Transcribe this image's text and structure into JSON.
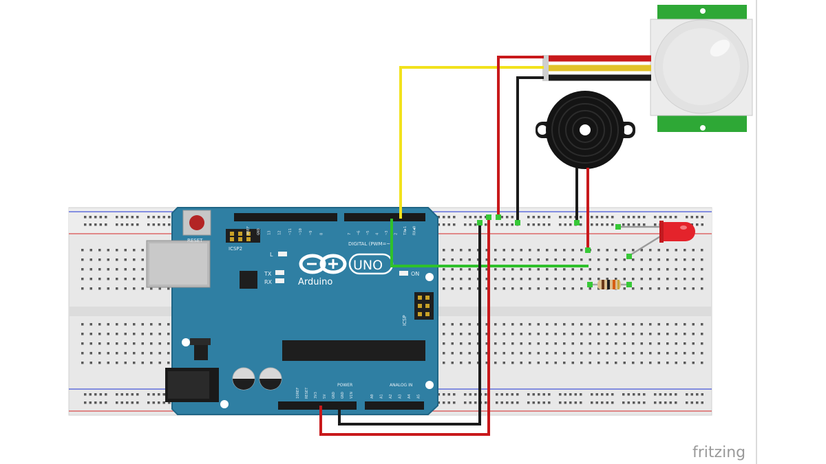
{
  "diagram": {
    "brand": "fritzing",
    "arduino": {
      "logo_model": "UNO",
      "logo_name": "Arduino",
      "reset_label": "RESET",
      "icsp2_label": "ICSP2",
      "icsp_label": "ICSP",
      "led_l": "L",
      "led_tx": "TX",
      "led_rx": "RX",
      "led_on": "ON",
      "digital_label": "DIGITAL (PWM=~)",
      "power_label": "POWER",
      "analog_label": "ANALOG IN",
      "top_pins": [
        "AREF",
        "GND",
        "13",
        "12",
        "~11",
        "~10",
        "~9",
        "8",
        "7",
        "~6",
        "~5",
        "4",
        "~3",
        "2",
        "TX▶1",
        "RX◀0"
      ],
      "power_pins": [
        "IOREF",
        "RESET",
        "3V3",
        "5V",
        "GND",
        "GND",
        "VIN"
      ],
      "analog_pins": [
        "A0",
        "A1",
        "A2",
        "A3",
        "A4",
        "A5"
      ]
    },
    "colors": {
      "board": "#2f7fa3",
      "board_edge": "#1f6585",
      "wire_red": "#c8191b",
      "wire_black": "#1b1b1b",
      "wire_yellow": "#f2e21d",
      "wire_green": "#2fc12b",
      "breadboard": "#e8e8e8",
      "pir_pcb": "#2ea836",
      "led": "#e4232b"
    }
  }
}
